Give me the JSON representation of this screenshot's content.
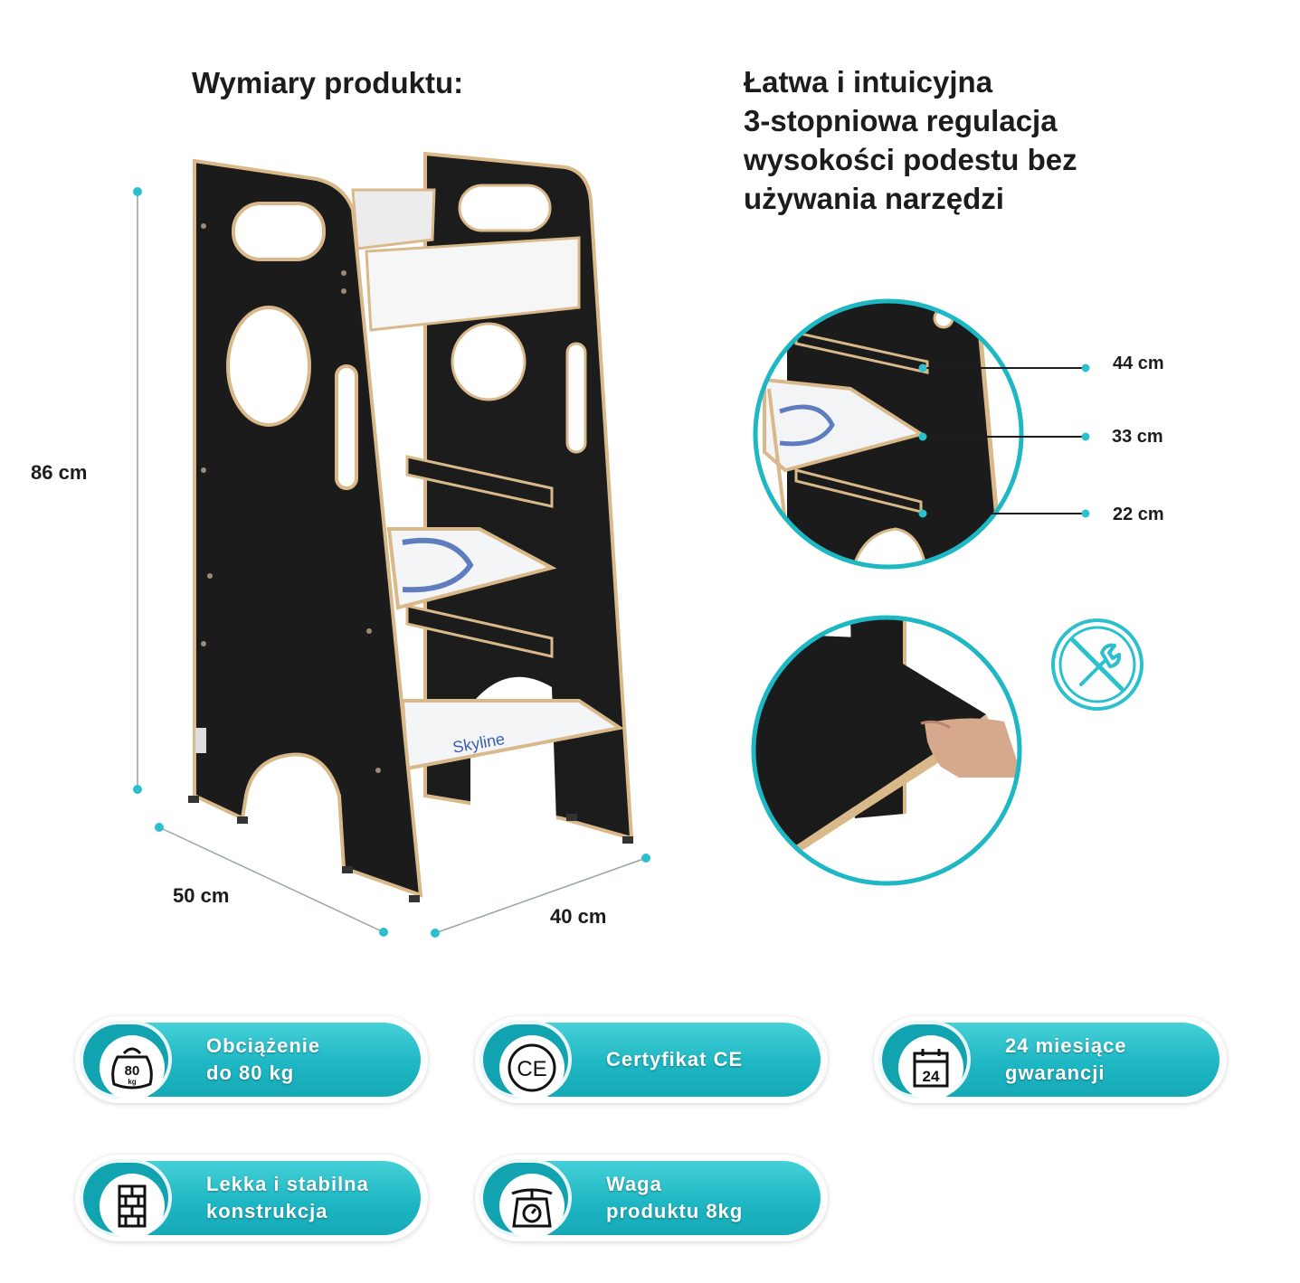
{
  "headings": {
    "dimensions": "Wymiary produktu:",
    "adjustment": [
      "Łatwa i intuicyjna",
      "3-stopniowa regulacja",
      "wysokości podestu bez",
      "używania narzędzi"
    ]
  },
  "dimensions": {
    "height": "86 cm",
    "width": "50 cm",
    "depth": "40 cm"
  },
  "levels": [
    "44 cm",
    "33 cm",
    "22 cm"
  ],
  "product_brand": "Skyline",
  "features": [
    {
      "icon": "weight-80kg-icon",
      "badge": "80",
      "badge_unit": "kg",
      "lines": [
        "Obciążenie",
        "do 80 kg"
      ]
    },
    {
      "icon": "ce-mark-icon",
      "badge": "CE",
      "lines": [
        "Certyfikat CE"
      ]
    },
    {
      "icon": "calendar-24-icon",
      "badge": "24",
      "lines": [
        "24 miesiące",
        "gwarancji"
      ]
    },
    {
      "icon": "bricks-icon",
      "lines": [
        "Lekka i stabilna",
        "konstrukcja"
      ]
    },
    {
      "icon": "scale-icon",
      "lines": [
        "Waga",
        "produktu 8kg"
      ]
    }
  ],
  "colors": {
    "accent": "#1eb7c4",
    "accent_dark": "#11a3b0",
    "panel": "#1b1b1b",
    "wood_edge": "#d9b98a"
  }
}
